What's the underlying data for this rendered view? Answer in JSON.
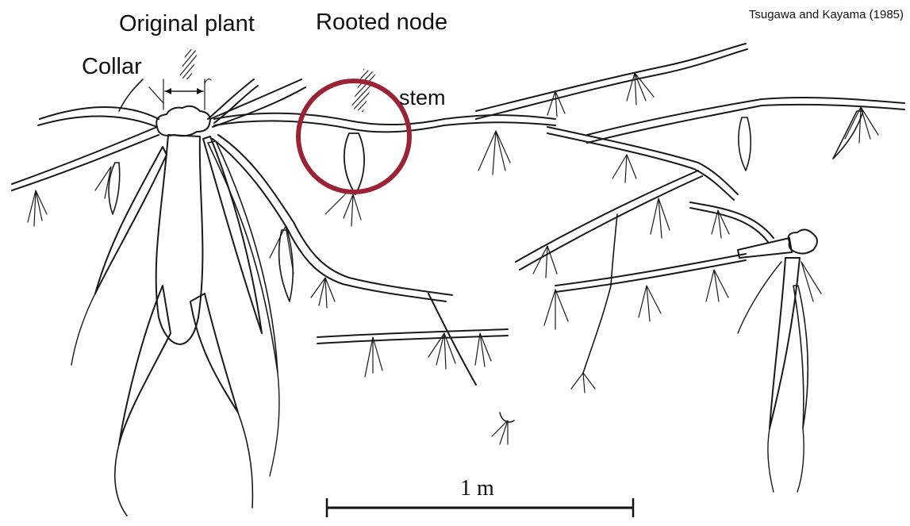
{
  "labels": {
    "original_plant": "Original plant",
    "rooted_node": "Rooted node",
    "collar": "Collar",
    "stem": "stem",
    "scale": "1 m",
    "citation": "Tsugawa and Kayama (1985)"
  },
  "colors": {
    "highlight_circle": "#9b2335",
    "ink": "#1a1a1a",
    "tuber_fill": "#c9c9c9"
  },
  "icons": {
    "ground_marker": "hatched-ground-icon"
  }
}
